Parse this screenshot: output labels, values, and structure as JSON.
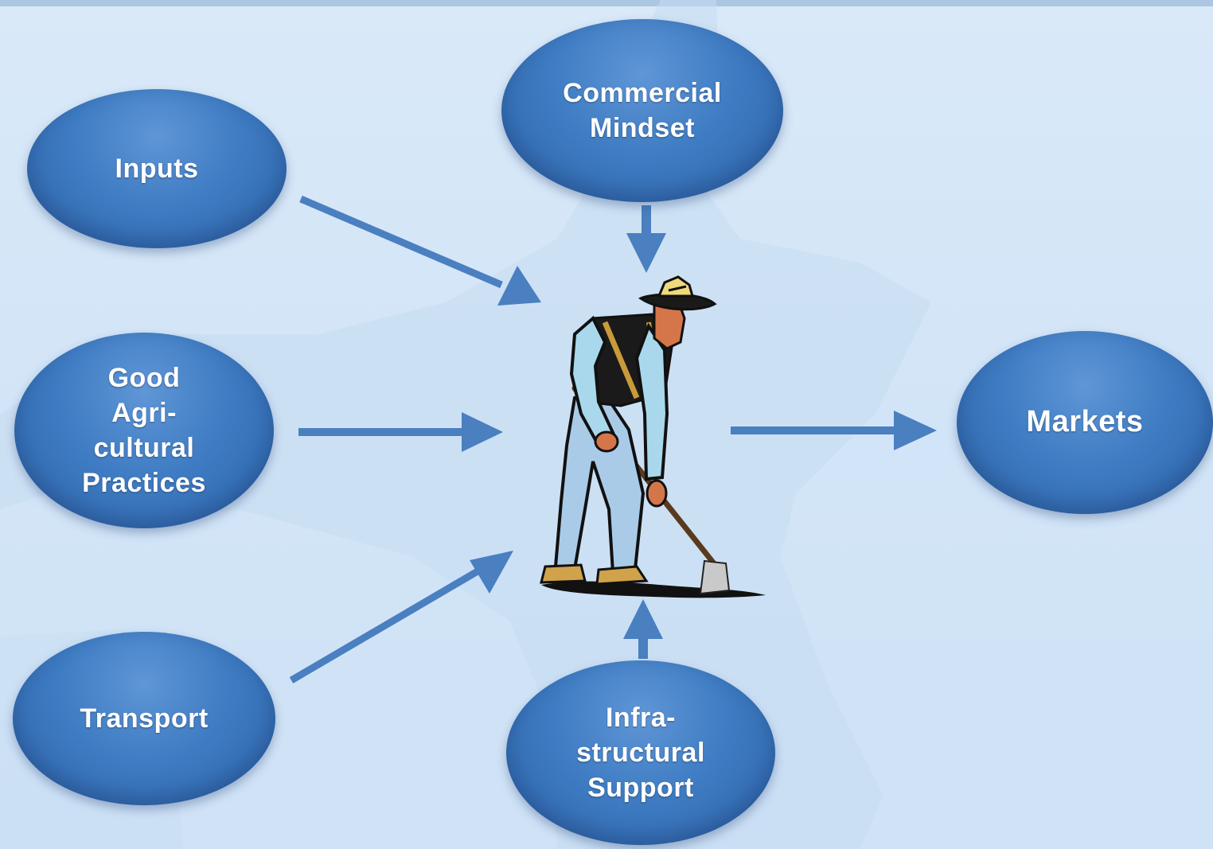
{
  "nodes": {
    "inputs": "Inputs",
    "commercial_mindset": "Commercial\nMindset",
    "good_agricultural_practices": "Good\nAgri-\ncultural\nPractices",
    "transport": "Transport",
    "infrastructural_support": "Infra-\nstructural\nSupport",
    "markets": "Markets"
  },
  "colors": {
    "node_fill": "#3f7cc3",
    "arrow": "#4a7fc0",
    "background": "#d3e5f7"
  },
  "icons": [
    "farmer-with-hoe-icon"
  ]
}
